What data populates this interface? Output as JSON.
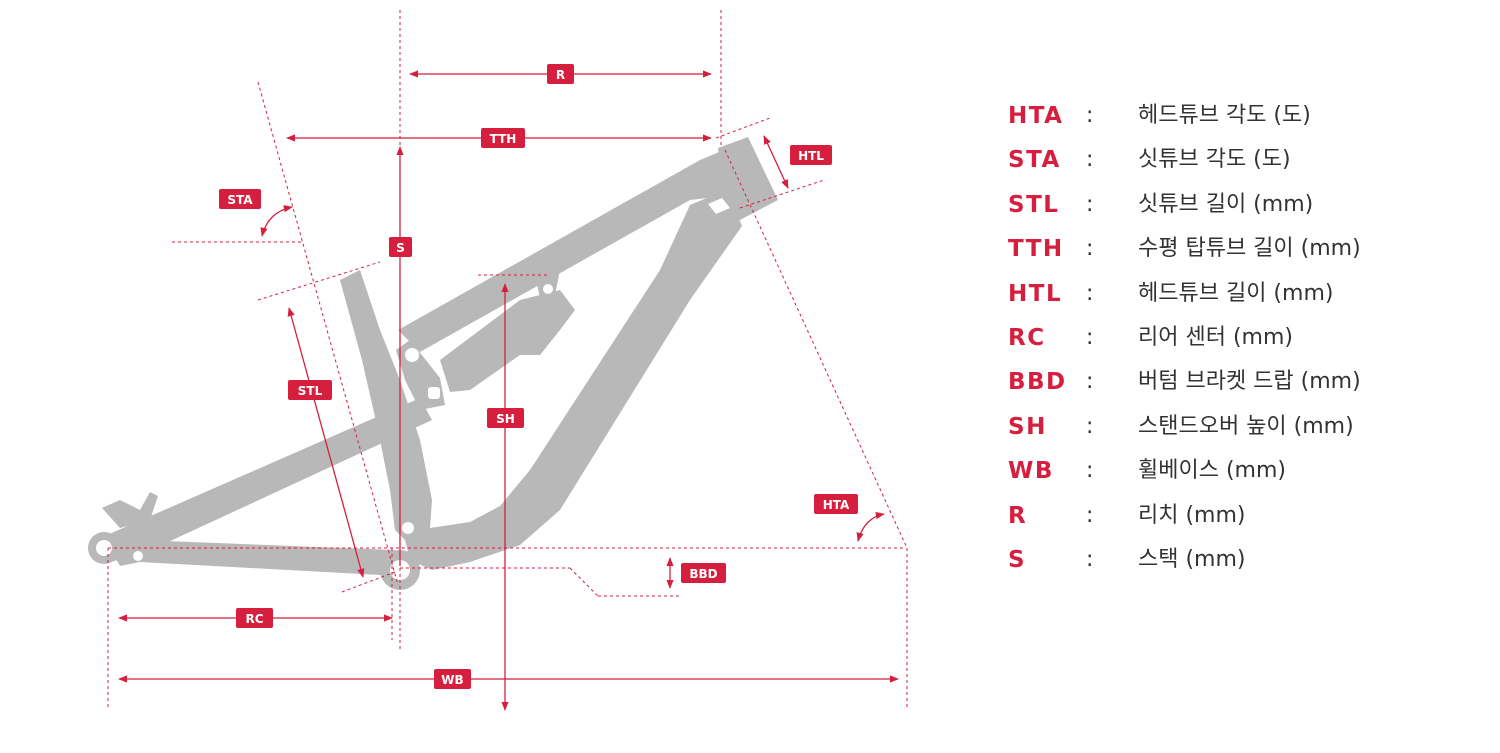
{
  "colors": {
    "accent": "#d61f3f",
    "frame": "#b8b8b8",
    "frame_detail": "#ffffff",
    "text": "#333333"
  },
  "badges": {
    "r": "R",
    "tth": "TTH",
    "htl": "HTL",
    "sta": "STA",
    "s": "S",
    "stl": "STL",
    "sh": "SH",
    "hta": "HTA",
    "bbd": "BBD",
    "rc": "RC",
    "wb": "WB"
  },
  "legend": [
    {
      "code": "HTA",
      "colon": ":",
      "desc": "헤드튜브 각도 (도)"
    },
    {
      "code": "STA",
      "colon": ":",
      "desc": "싯튜브 각도 (도)"
    },
    {
      "code": "STL",
      "colon": ":",
      "desc": "싯튜브 길이 (mm)"
    },
    {
      "code": "TTH",
      "colon": ":",
      "desc": "수평 탑튜브 길이 (mm)"
    },
    {
      "code": "HTL",
      "colon": ":",
      "desc": "헤드튜브 길이 (mm)"
    },
    {
      "code": "RC",
      "colon": ":",
      "desc": "리어 센터 (mm)"
    },
    {
      "code": "BBD",
      "colon": ":",
      "desc": "버텀 브라켓 드랍 (mm)"
    },
    {
      "code": "SH",
      "colon": ":",
      "desc": "스탠드오버 높이 (mm)"
    },
    {
      "code": "WB",
      "colon": ":",
      "desc": "휠베이스 (mm)"
    },
    {
      "code": "R",
      "colon": ":",
      "desc": "리치 (mm)"
    },
    {
      "code": "S",
      "colon": ":",
      "desc": "스택 (mm)"
    }
  ]
}
